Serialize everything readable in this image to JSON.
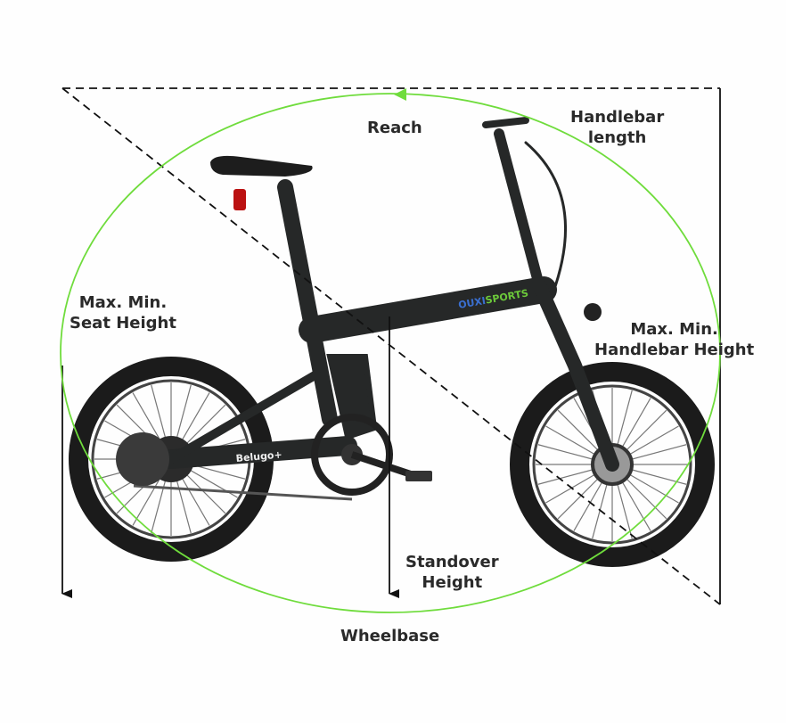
{
  "labels": {
    "reach": "Reach",
    "handlebar_length": [
      "Handlebar",
      "length"
    ],
    "seat_height": [
      "Max. Min.",
      "Seat Height"
    ],
    "handlebar_height": [
      "Max. Min.",
      "Handlebar Height"
    ],
    "standover_height": [
      "Standover",
      "Height"
    ],
    "wheelbase": "Wheelbase"
  },
  "bike": {
    "frame_logo": "OUXISPORTS",
    "chainstay_logo": "Belugo+"
  },
  "colors": {
    "accent_green": "#6fdc3c",
    "line": "#111111",
    "frame": "#262828",
    "tire": "#1b1b1b"
  }
}
